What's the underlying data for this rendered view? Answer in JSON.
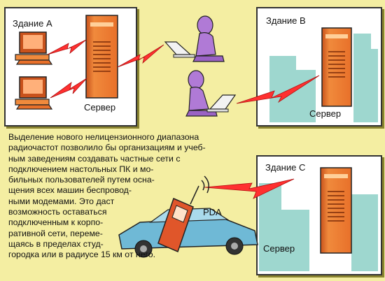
{
  "colors": {
    "background": "#f4eea2",
    "frame": "#ffffff",
    "server": "#f08a3c",
    "server_dark": "#c8521c",
    "lightning": "#ff3030",
    "skyline": "#9ed7cf",
    "person": "#b07ad6",
    "car": "#6fb9d6"
  },
  "building_a": {
    "title": "Здание А",
    "server_label": "Сервер"
  },
  "building_b": {
    "title": "Здание В",
    "server_label": "Сервер"
  },
  "building_c": {
    "title": "Здание С",
    "server_label": "Сервер"
  },
  "pda_label": "PDA",
  "body_lines": [
    "Выделение нового нелицензионного диапазона",
    "радиочастот позволило бы организациям и учеб-",
    "ным заведениям создавать частные сети с",
    "подключением настольных ПК и мо-",
    "бильных пользователей путем осна-",
    "щения всех машин беспровод-",
    "ными модемами. Это даст",
    "возможность оставаться",
    "подключенным к корпо-",
    "ративной сети, переме-",
    "щаясь в пределах студ-",
    "городка или в радиусе 15 км от него."
  ],
  "icons": [
    "desktop-pc-icon",
    "server-tower-icon",
    "laptop-user-icon",
    "lightning-icon",
    "city-skyline-icon",
    "car-icon",
    "pda-icon",
    "antenna-icon"
  ]
}
